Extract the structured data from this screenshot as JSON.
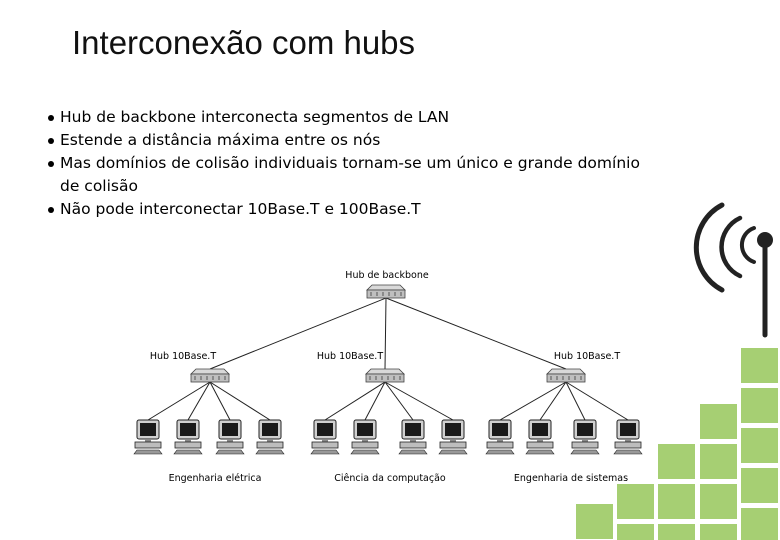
{
  "slide": {
    "title": "Interconexão com hubs",
    "bullets": [
      {
        "line1": "Hub de backbone interconecta segmentos de LAN"
      },
      {
        "line1": "Estende a distância máxima entre os nós"
      },
      {
        "line1": "Mas domínios de colisão individuais tornam-se um único e grande domínio",
        "line2": "de colisão"
      },
      {
        "line1": "Não pode interconectar 10Base.T e 100Base.T"
      }
    ]
  },
  "diagram": {
    "backbone_hub": "Hub de backbone",
    "segments": [
      {
        "hub": "Hub 10Base.T",
        "department": "Engenharia elétrica",
        "computers": 4
      },
      {
        "hub": "Hub 10Base.T",
        "department": "Ciência da computação",
        "computers": 4
      },
      {
        "hub": "Hub 10Base.T",
        "department": "Engenharia de sistemas",
        "computers": 4
      }
    ]
  },
  "decoration": {
    "accent_green": "#a6cf73",
    "wireless_icon": "wifi-antenna-icon"
  }
}
